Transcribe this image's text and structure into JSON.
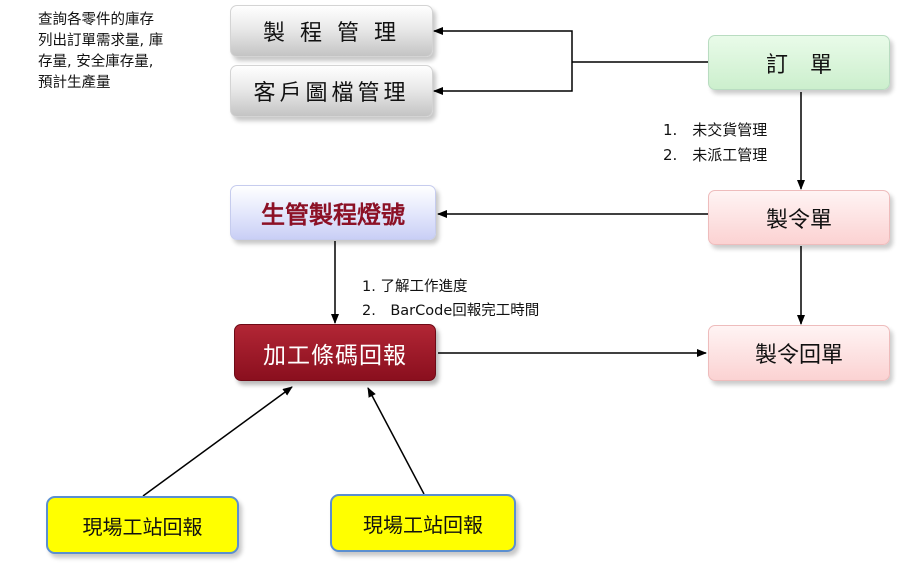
{
  "note": {
    "lines": [
      "查詢各零件的庫存",
      "列出訂單需求量, 庫",
      "存量, 安全庫存量,",
      "預計生產量"
    ]
  },
  "boxes": {
    "process_mgmt": "製 程 管 理",
    "customer_file_mgmt": "客戶圖檔管理",
    "order": "訂　單",
    "work_order": "製令單",
    "production_light": "生管製程燈號",
    "barcode_report": "加工條碼回報",
    "work_order_return": "製令回單",
    "station_report_1": "現場工站回報",
    "station_report_2": "現場工站回報"
  },
  "labels": {
    "order_to_work_order": [
      "1.　未交貨管理",
      "2.　未派工管理"
    ],
    "light_to_barcode": [
      "1. 了解工作進度",
      "2.　BarCode回報完工時間"
    ]
  },
  "colors": {
    "arrow": "#000000",
    "production_light_text": "#8c1126",
    "barcode_report_fill": "#9a1424",
    "station_fill": "#ffff00",
    "station_border": "#5b8fd0"
  }
}
